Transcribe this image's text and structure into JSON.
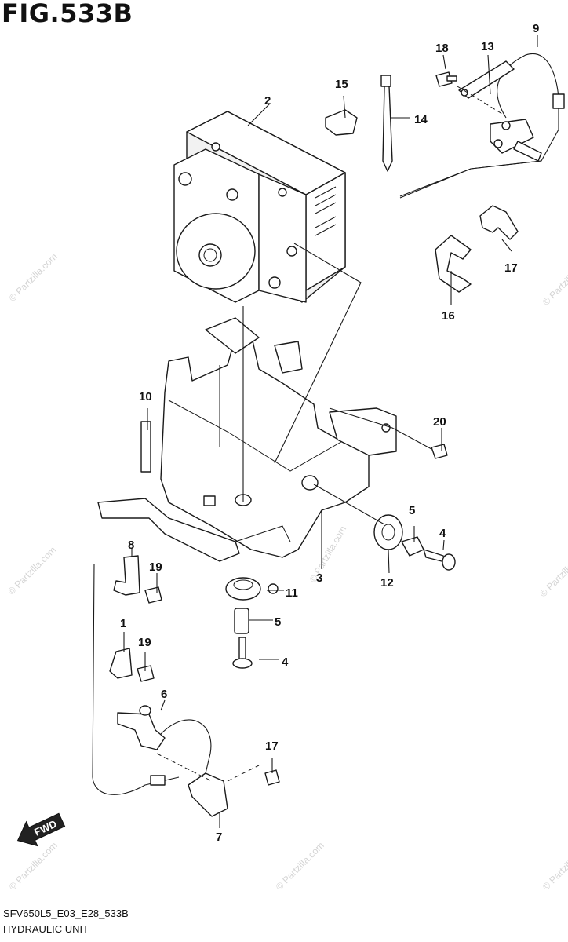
{
  "figure": {
    "title": "FIG.533B",
    "code": "SFV650L5_E03_E28_533B",
    "name": "HYDRAULIC UNIT"
  },
  "watermark": "© Partzilla.com",
  "fwd_label": "FWD",
  "callouts": {
    "c1": "1",
    "c2": "2",
    "c3": "3",
    "c4a": "4",
    "c4b": "4",
    "c5a": "5",
    "c5b": "5",
    "c6": "6",
    "c7": "7",
    "c8": "8",
    "c9": "9",
    "c10": "10",
    "c11": "11",
    "c12": "12",
    "c13": "13",
    "c14": "14",
    "c15": "15",
    "c16": "16",
    "c17a": "17",
    "c17b": "17",
    "c18": "18",
    "c19a": "19",
    "c19b": "19",
    "c20": "20"
  }
}
